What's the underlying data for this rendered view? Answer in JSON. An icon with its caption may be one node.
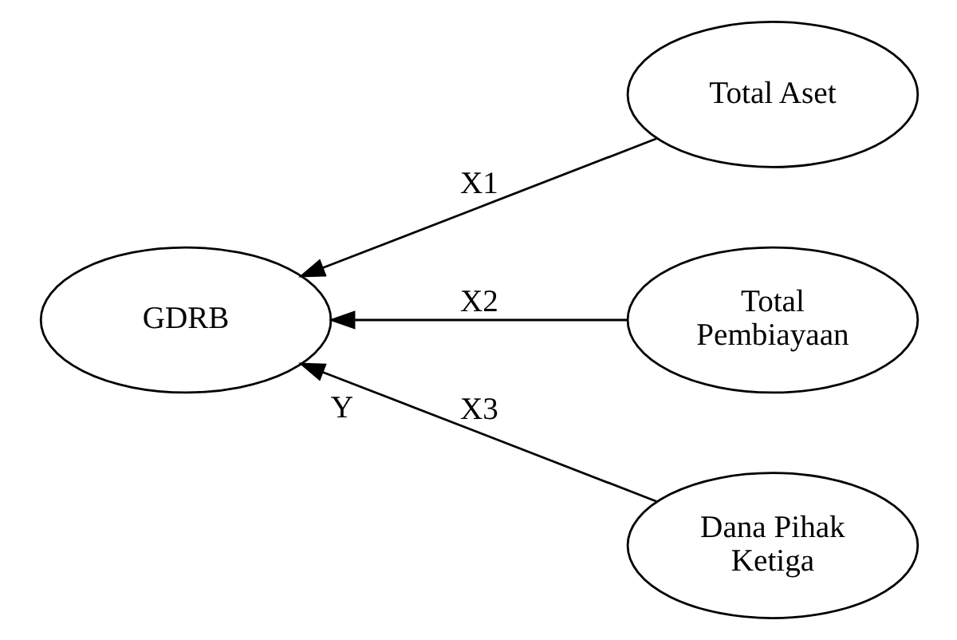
{
  "diagram": {
    "nodes": [
      {
        "text": [
          "GDRB"
        ],
        "beside": [
          "Y"
        ]
      },
      {
        "text": [
          "Total Aset"
        ]
      },
      {
        "text": [
          "Total Pembiayaan"
        ]
      },
      {
        "text": [
          "Dana Pihak Ketiga"
        ]
      }
    ],
    "edges": [
      {
        "from": 1,
        "to": 0,
        "arrow": "to",
        "label": "X1"
      },
      {
        "from": 2,
        "to": 0,
        "arrow": "to",
        "label": "X2"
      },
      {
        "from": 3,
        "to": 0,
        "arrow": "to",
        "label": "X3"
      }
    ]
  }
}
